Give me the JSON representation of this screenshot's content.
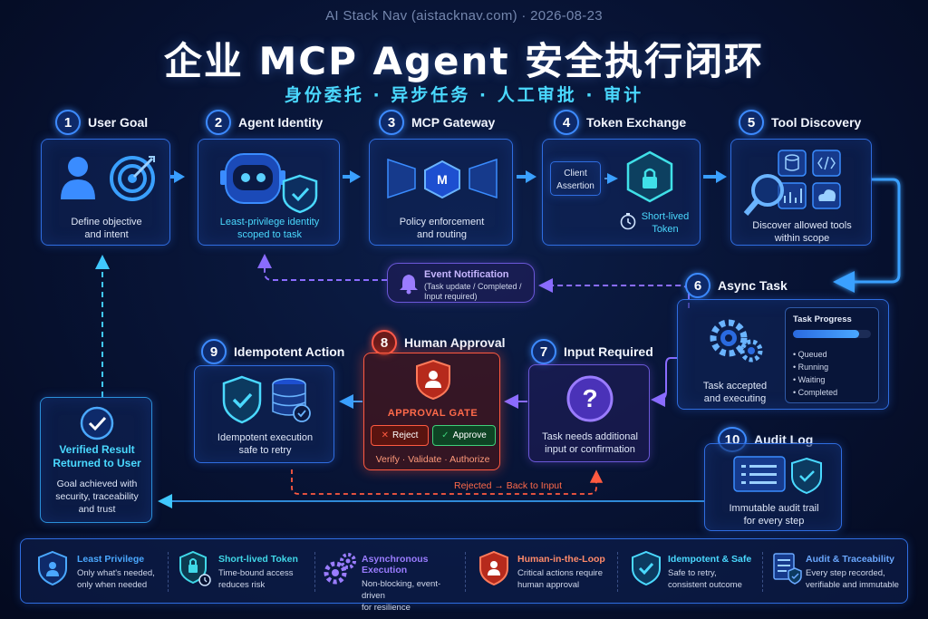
{
  "watermark": "AI Stack Nav (aistacknav.com) · 2026-08-23",
  "title": "企业 MCP Agent 安全执行闭环",
  "subtitle": "身份委托 · 异步任务 · 人工审批 · 审计",
  "steps": {
    "s1": {
      "num": "1",
      "title": "User Goal",
      "desc1": "Define objective",
      "desc2": "and intent"
    },
    "s2": {
      "num": "2",
      "title": "Agent Identity",
      "desc1": "Least-privilege identity",
      "desc2": "scoped to task"
    },
    "s3": {
      "num": "3",
      "title": "MCP Gateway",
      "desc1": "Policy enforcement",
      "desc2": "and routing",
      "badge": "M"
    },
    "s4": {
      "num": "4",
      "title": "Token Exchange",
      "client1": "Client",
      "client2": "Assertion",
      "short1": "Short-lived",
      "short2": "Token"
    },
    "s5": {
      "num": "5",
      "title": "Tool Discovery",
      "desc1": "Discover allowed tools",
      "desc2": "within scope"
    },
    "s6": {
      "num": "6",
      "title": "Async Task",
      "desc1": "Task accepted",
      "desc2": "and executing",
      "progress_title": "Task Progress",
      "progress": 0.85,
      "states": [
        "Queued",
        "Running",
        "Waiting",
        "Completed"
      ]
    },
    "s7": {
      "num": "7",
      "title": "Input Required",
      "desc1": "Task needs additional",
      "desc2": "input or confirmation"
    },
    "s8": {
      "num": "8",
      "title": "Human Approval",
      "gate": "APPROVAL GATE",
      "reject": "Reject",
      "approve": "Approve",
      "footer": "Verify · Validate · Authorize"
    },
    "s9": {
      "num": "9",
      "title": "Idempotent Action",
      "desc1": "Idempotent execution",
      "desc2": "safe to retry"
    },
    "s10": {
      "num": "10",
      "title": "Audit Log",
      "desc1": "Immutable audit trail",
      "desc2": "for every step"
    }
  },
  "event": {
    "title": "Event Notification",
    "line1": "(Task update / Completed /",
    "line2": "Input required)"
  },
  "rejected_label": "Rejected → Back to Input",
  "result": {
    "title1": "Verified Result",
    "title2": "Returned to User",
    "d1": "Goal achieved with",
    "d2": "security, traceability",
    "d3": "and trust"
  },
  "features": [
    {
      "title": "Least Privilege",
      "d1": "Only what's needed,",
      "d2": "only when needed",
      "color": "#4aa8ff",
      "icon": "shield-user-icon"
    },
    {
      "title": "Short-lived Token",
      "d1": "Time-bound access",
      "d2": "reduces risk",
      "color": "#40d8e8",
      "icon": "lock-timer-icon"
    },
    {
      "title": "Asynchronous Execution",
      "d1": "Non-blocking, event-driven",
      "d2": "for resilience",
      "color": "#9a7cff",
      "icon": "gears-icon"
    },
    {
      "title": "Human-in-the-Loop",
      "d1": "Critical actions require",
      "d2": "human approval",
      "color": "#ff8a6a",
      "icon": "shield-person-icon"
    },
    {
      "title": "Idempotent & Safe",
      "d1": "Safe to retry,",
      "d2": "consistent outcome",
      "color": "#4ad9ff",
      "icon": "shield-check-icon"
    },
    {
      "title": "Audit & Traceability",
      "d1": "Every step recorded,",
      "d2": "verifiable and immutable",
      "color": "#6aa8ff",
      "icon": "audit-list-icon"
    }
  ],
  "colors": {
    "blue": "#2f6de0",
    "cyan": "#4ad9ff",
    "purple": "#7a5cff",
    "red": "#ff5a40"
  }
}
